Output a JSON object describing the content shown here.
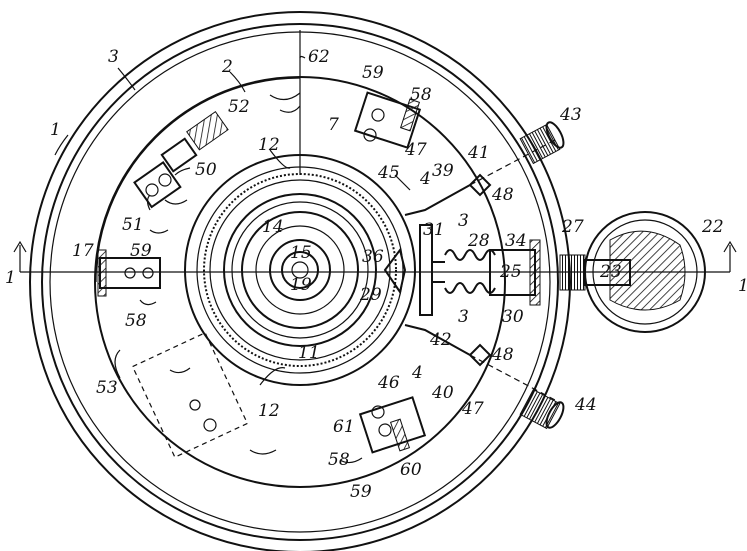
{
  "figure": {
    "labels": [
      {
        "id": "l1",
        "text": "1"
      },
      {
        "id": "l2",
        "text": "2"
      },
      {
        "id": "l3",
        "text": "3"
      },
      {
        "id": "l62",
        "text": "62"
      },
      {
        "id": "l59a",
        "text": "59"
      },
      {
        "id": "l58a",
        "text": "58"
      },
      {
        "id": "l7",
        "text": "7"
      },
      {
        "id": "l52",
        "text": "52"
      },
      {
        "id": "l12a",
        "text": "12"
      },
      {
        "id": "l50",
        "text": "50"
      },
      {
        "id": "l51",
        "text": "51"
      },
      {
        "id": "l47a",
        "text": "47"
      },
      {
        "id": "l41",
        "text": "41"
      },
      {
        "id": "l39",
        "text": "39"
      },
      {
        "id": "l45",
        "text": "45"
      },
      {
        "id": "l4a",
        "text": "4"
      },
      {
        "id": "l48a",
        "text": "48"
      },
      {
        "id": "l43",
        "text": "43"
      },
      {
        "id": "l14",
        "text": "14"
      },
      {
        "id": "l31",
        "text": "31"
      },
      {
        "id": "l3b",
        "text": "3"
      },
      {
        "id": "l15",
        "text": "15"
      },
      {
        "id": "l36",
        "text": "36"
      },
      {
        "id": "l28",
        "text": "28"
      },
      {
        "id": "l34",
        "text": "34"
      },
      {
        "id": "l25",
        "text": "25"
      },
      {
        "id": "l27",
        "text": "27"
      },
      {
        "id": "l22",
        "text": "22"
      },
      {
        "id": "l23",
        "text": "23"
      },
      {
        "id": "l17",
        "text": "17"
      },
      {
        "id": "l59b",
        "text": "59"
      },
      {
        "id": "l1left",
        "text": "1"
      },
      {
        "id": "l19",
        "text": "19"
      },
      {
        "id": "l29",
        "text": "29"
      },
      {
        "id": "l3c",
        "text": "3"
      },
      {
        "id": "l30",
        "text": "30"
      },
      {
        "id": "l1right",
        "text": "1"
      },
      {
        "id": "l58b",
        "text": "58"
      },
      {
        "id": "l11",
        "text": "11"
      },
      {
        "id": "l42",
        "text": "42"
      },
      {
        "id": "l48b",
        "text": "48"
      },
      {
        "id": "l53",
        "text": "53"
      },
      {
        "id": "l46",
        "text": "46"
      },
      {
        "id": "l4b",
        "text": "4"
      },
      {
        "id": "l40",
        "text": "40"
      },
      {
        "id": "l47b",
        "text": "47"
      },
      {
        "id": "l12b",
        "text": "12"
      },
      {
        "id": "l44",
        "text": "44"
      },
      {
        "id": "l61",
        "text": "61"
      },
      {
        "id": "l58c",
        "text": "58"
      },
      {
        "id": "l60",
        "text": "60"
      },
      {
        "id": "l59c",
        "text": "59"
      }
    ]
  }
}
